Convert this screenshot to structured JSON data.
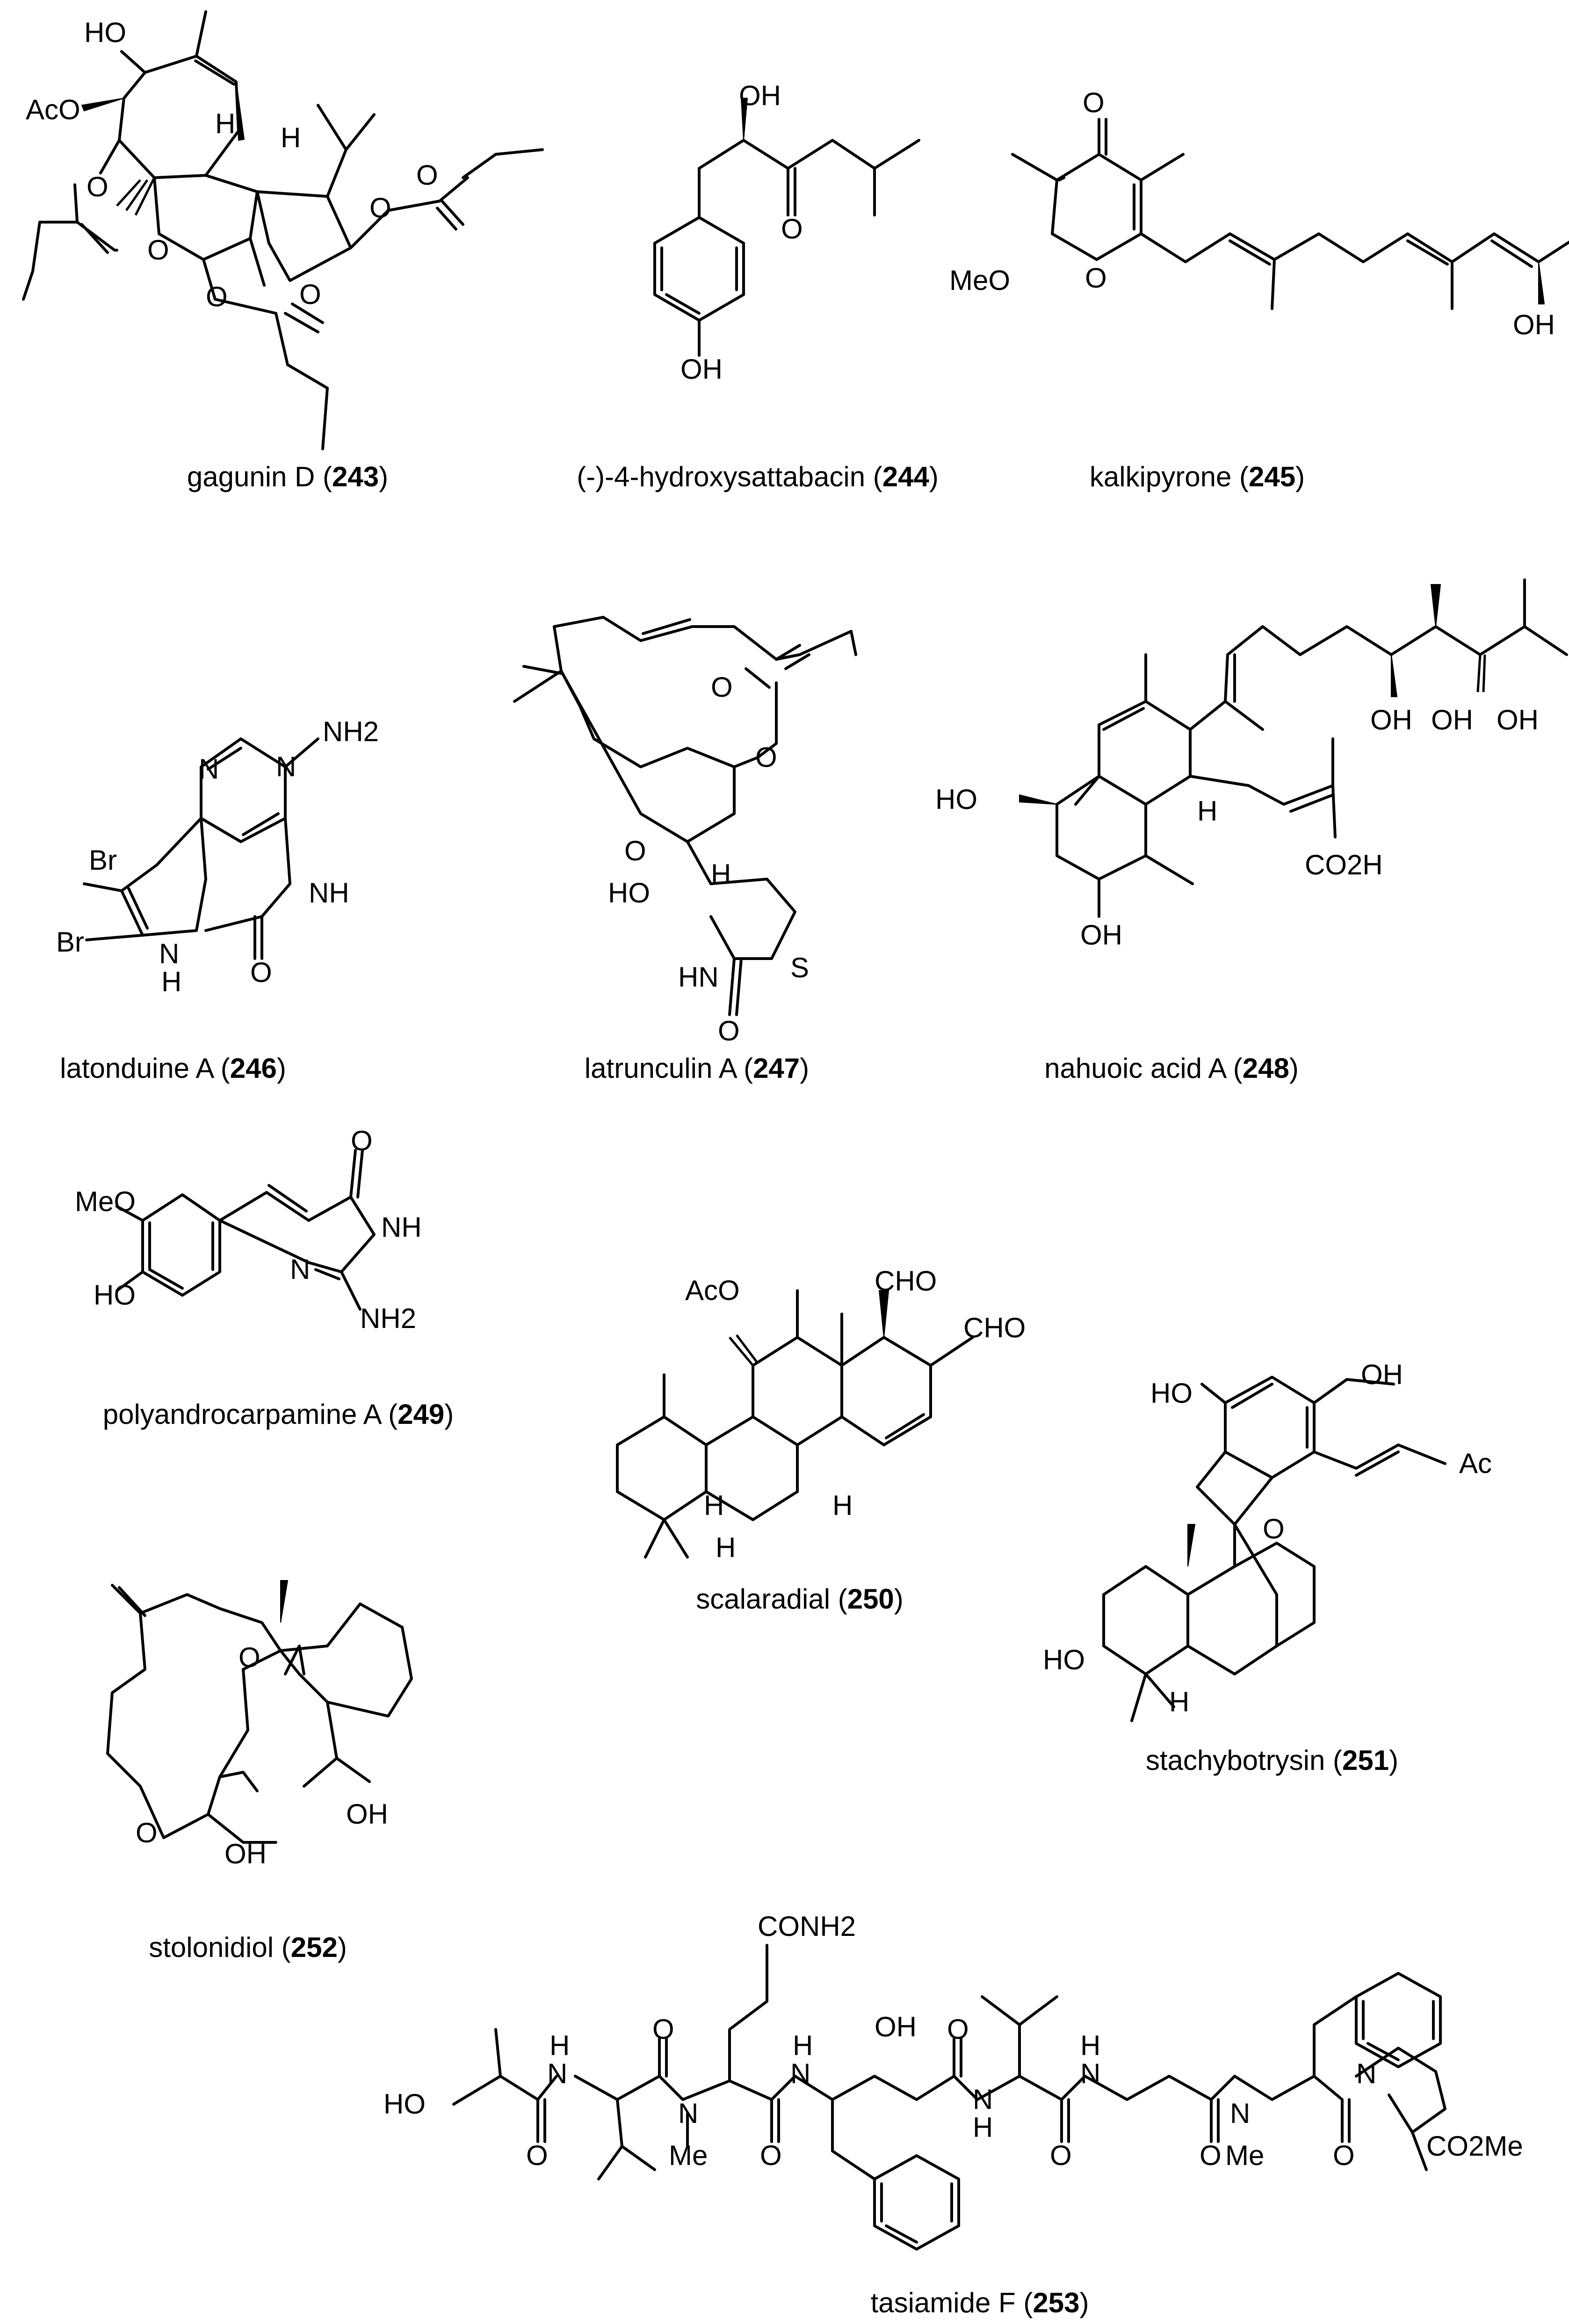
{
  "compounds": [
    {
      "name": "gagunin D",
      "number": "243"
    },
    {
      "name": "(-)-4-hydroxysattabacin",
      "number": "244"
    },
    {
      "name": "kalkipyrone",
      "number": "245"
    },
    {
      "name": "latonduine A",
      "number": "246"
    },
    {
      "name": "latrunculin A",
      "number": "247"
    },
    {
      "name": "nahuoic acid A",
      "number": "248"
    },
    {
      "name": "polyandrocarpamine A",
      "number": "249"
    },
    {
      "name": "scalaradial",
      "number": "250"
    },
    {
      "name": "stachybotrysin",
      "number": "251"
    },
    {
      "name": "stolonidiol",
      "number": "252"
    },
    {
      "name": "tasiamide F",
      "number": "253"
    }
  ],
  "atom_labels": {
    "c243": {
      "ho": "HO",
      "aco": "AcO",
      "o1": "O",
      "o2": "O",
      "o3": "O",
      "o4": "O",
      "o5": "O",
      "o6": "O",
      "h1": "H",
      "h2": "H"
    },
    "c244": {
      "oh_top": "OH",
      "o_keto": "O",
      "oh_bottom": "OH"
    },
    "c245": {
      "o_top": "O",
      "meo": "MeO",
      "o_ring": "O",
      "oh": "OH"
    },
    "c246": {
      "nh2": "NH2",
      "n1": "N",
      "n2": "N",
      "br1": "Br",
      "br2": "Br",
      "nh_ring": "NH",
      "nh_pyrrole": "N",
      "h_pyrrole": "H",
      "o": "O"
    },
    "c247": {
      "o_ester": "O",
      "o_ring_ester": "O",
      "o_ring": "O",
      "ho": "HO",
      "h": "H",
      "s": "S",
      "hn": "HN",
      "o": "O"
    },
    "c248": {
      "ho": "HO",
      "oh1": "OH",
      "oh2": "OH",
      "oh3": "OH",
      "h": "H",
      "co2h": "CO2H",
      "oh_bottom": "OH"
    },
    "c249": {
      "meo": "MeO",
      "ho": "HO",
      "o": "O",
      "nh": "NH",
      "n": "N",
      "nh2": "NH2"
    },
    "c250": {
      "aco": "AcO",
      "cho1": "CHO",
      "cho2": "CHO",
      "h1": "H",
      "h2": "H",
      "h3": "H"
    },
    "c251": {
      "ho": "HO",
      "oh": "OH",
      "ac": "Ac",
      "o": "O",
      "ho2": "HO",
      "h": "H"
    },
    "c252": {
      "o_epox1": "O",
      "o_epox2": "O",
      "oh1": "OH",
      "oh2": "OH"
    },
    "c253": {
      "conh2": "CONH2",
      "ho": "HO",
      "oh": "OH",
      "nh1": "N",
      "h1": "H",
      "nh2": "N",
      "h2": "H",
      "nh3": "N",
      "h3": "H",
      "nh4": "N",
      "h4": "H",
      "nme1": "N",
      "me1": "Me",
      "nme2": "N",
      "me2": "Me",
      "n_pro": "N",
      "co2me": "CO2Me",
      "o1": "O",
      "o2": "O",
      "o3": "O",
      "o4": "O",
      "o5": "O",
      "o6": "O",
      "o7": "O"
    }
  }
}
